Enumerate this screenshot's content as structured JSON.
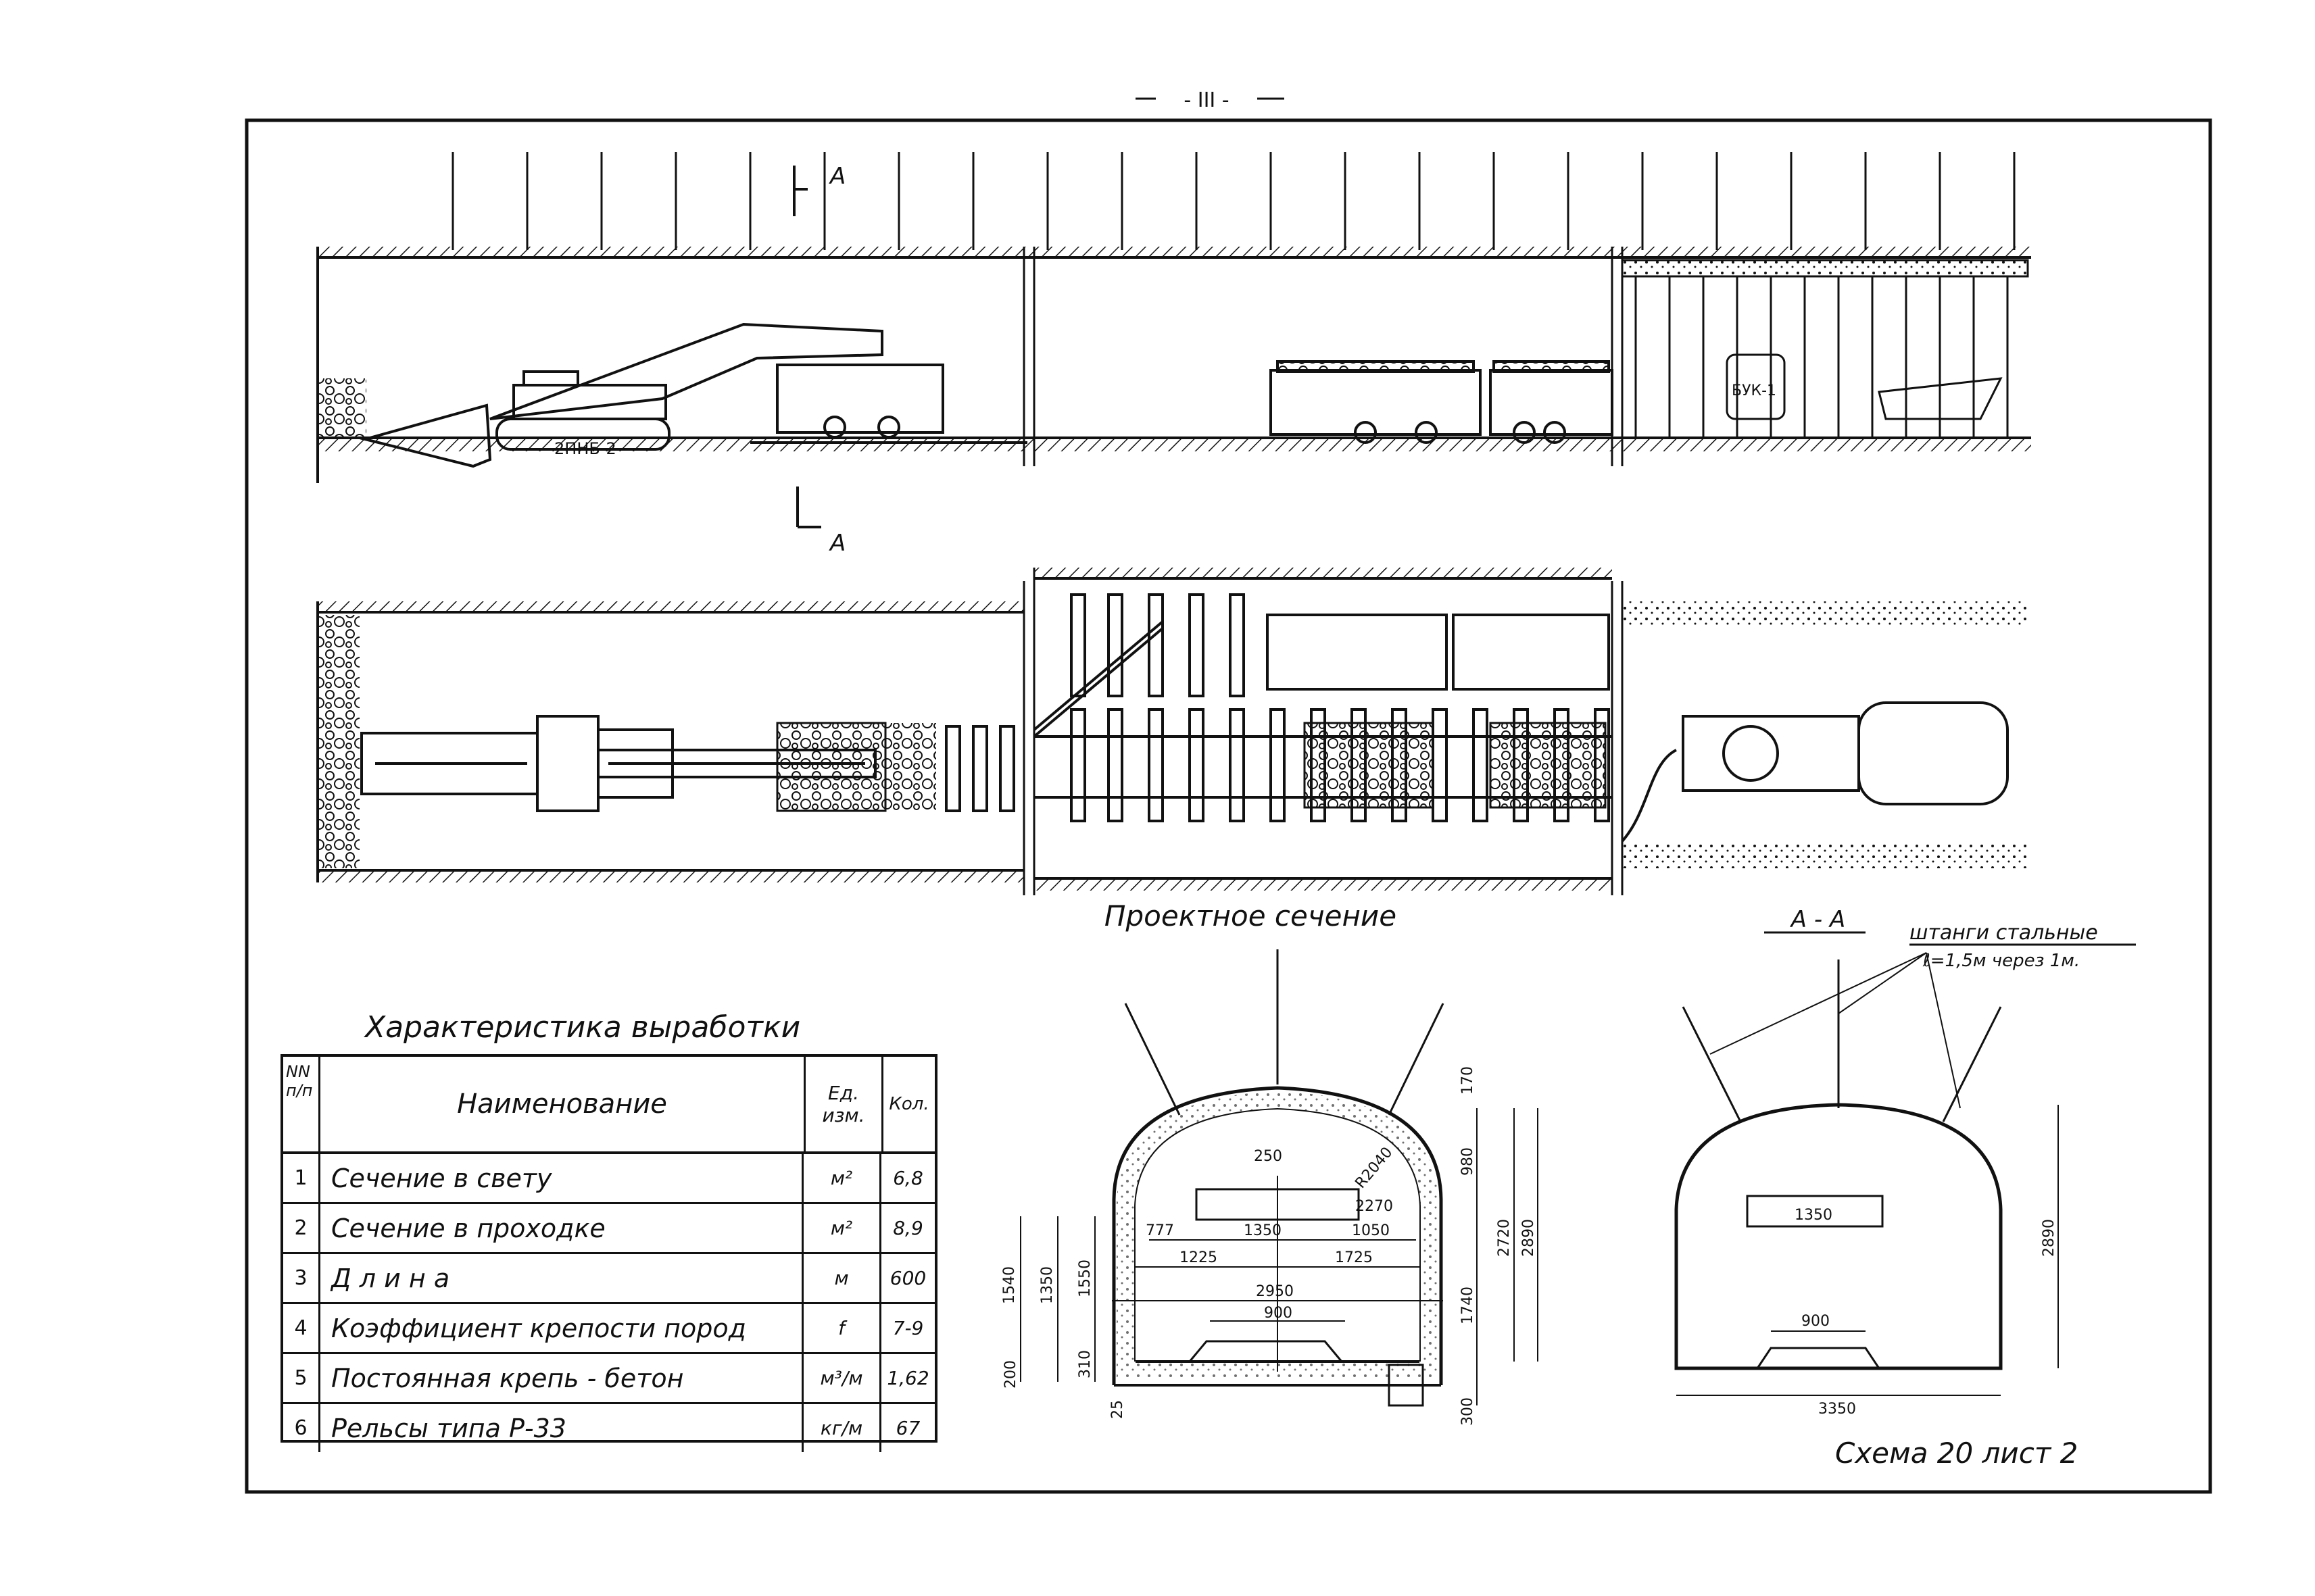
{
  "page_number": "- III -",
  "section_marks": {
    "top": "А",
    "bottom": "А"
  },
  "machines": {
    "loader": "2ПНБ-2",
    "pump": "БУК-1"
  },
  "design_section": {
    "title": "Проектное сечение",
    "dims": {
      "d250": "250",
      "d2270": "2270",
      "d2040": "R2040",
      "d777": "777",
      "d1350": "1350",
      "d1050": "1050",
      "d1225": "1225",
      "d1725": "1725",
      "d2950": "2950",
      "d900": "900",
      "d1540": "1540",
      "d1350v": "1350",
      "d1550": "1550",
      "d200": "200",
      "d310": "310",
      "d25": "25",
      "d170": "170",
      "d980": "980",
      "d2720": "2720",
      "d2890": "2890",
      "d1740": "1740",
      "d300": "300"
    }
  },
  "section_aa": {
    "title": "А - А",
    "note1": "штанги стальные",
    "note2": "ℓ=1,5м через 1м.",
    "dims": {
      "d1350": "1350",
      "d900": "900",
      "d3350": "3350",
      "d2890": "2890"
    }
  },
  "table": {
    "title": "Характеристика выработки",
    "headers": {
      "num": "NN п/п",
      "name": "Наименование",
      "unit": "Ед. изм.",
      "qty": "Кол."
    },
    "rows": [
      {
        "n": "1",
        "name": "Сечение в свету",
        "unit": "м²",
        "qty": "6,8"
      },
      {
        "n": "2",
        "name": "Сечение в проходке",
        "unit": "м²",
        "qty": "8,9"
      },
      {
        "n": "3",
        "name": "Д л и н а",
        "unit": "м",
        "qty": "600"
      },
      {
        "n": "4",
        "name": "Коэффициент крепости пород",
        "unit": "f",
        "qty": "7-9"
      },
      {
        "n": "5",
        "name": "Постоянная крепь - бетон",
        "unit": "м³/м",
        "qty": "1,62"
      },
      {
        "n": "6",
        "name": "Рельсы типа Р-33",
        "unit": "кг/м",
        "qty": "67"
      }
    ]
  },
  "caption": "Схема 20 лист 2"
}
